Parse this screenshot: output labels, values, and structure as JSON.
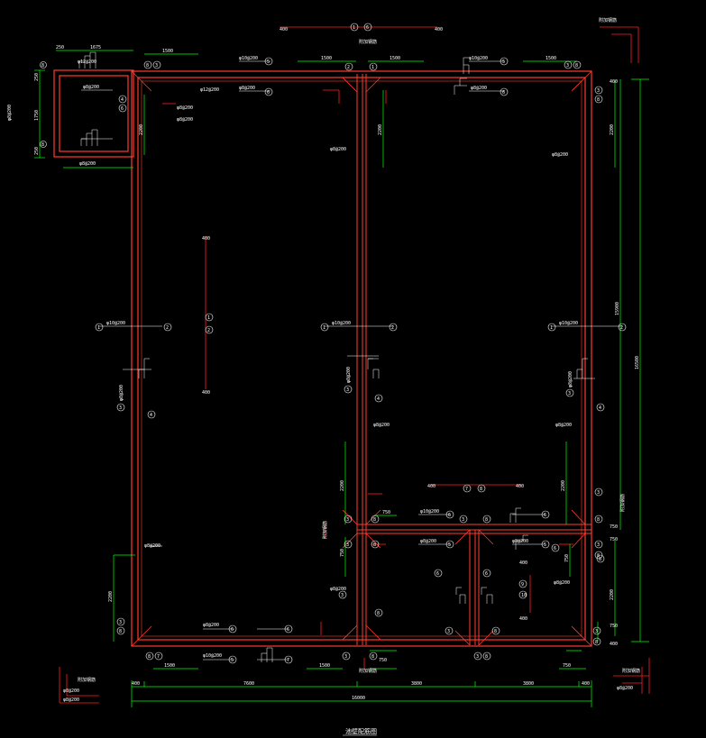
{
  "drawing_title": "池壁配筋图",
  "colors": {
    "wall": "#ff3b2f",
    "dimension": "#00ff00",
    "label_text": "#ffffff",
    "leader": "#ff2020",
    "background": "#000000"
  },
  "dimensions": {
    "overall_width": "16000",
    "overall_height": "16500",
    "right_segment": "15900",
    "bay_left": "7600",
    "bay_mid": "3800",
    "bay_right": "3800",
    "edge": "400",
    "span_1500": "1500",
    "span_2200": "2200",
    "span_750": "750",
    "span_1675": "1675",
    "span_250": "250",
    "span_1750": "1750"
  },
  "labels": {
    "rebar_main": "φ10@200",
    "rebar_alt": "φ8@200",
    "rebar_top": "φ12@200",
    "section_note": "附加钢筋",
    "marker_400": "400"
  },
  "markers": [
    "1",
    "2",
    "3",
    "4",
    "5",
    "6",
    "7",
    "8",
    "9",
    "10"
  ]
}
